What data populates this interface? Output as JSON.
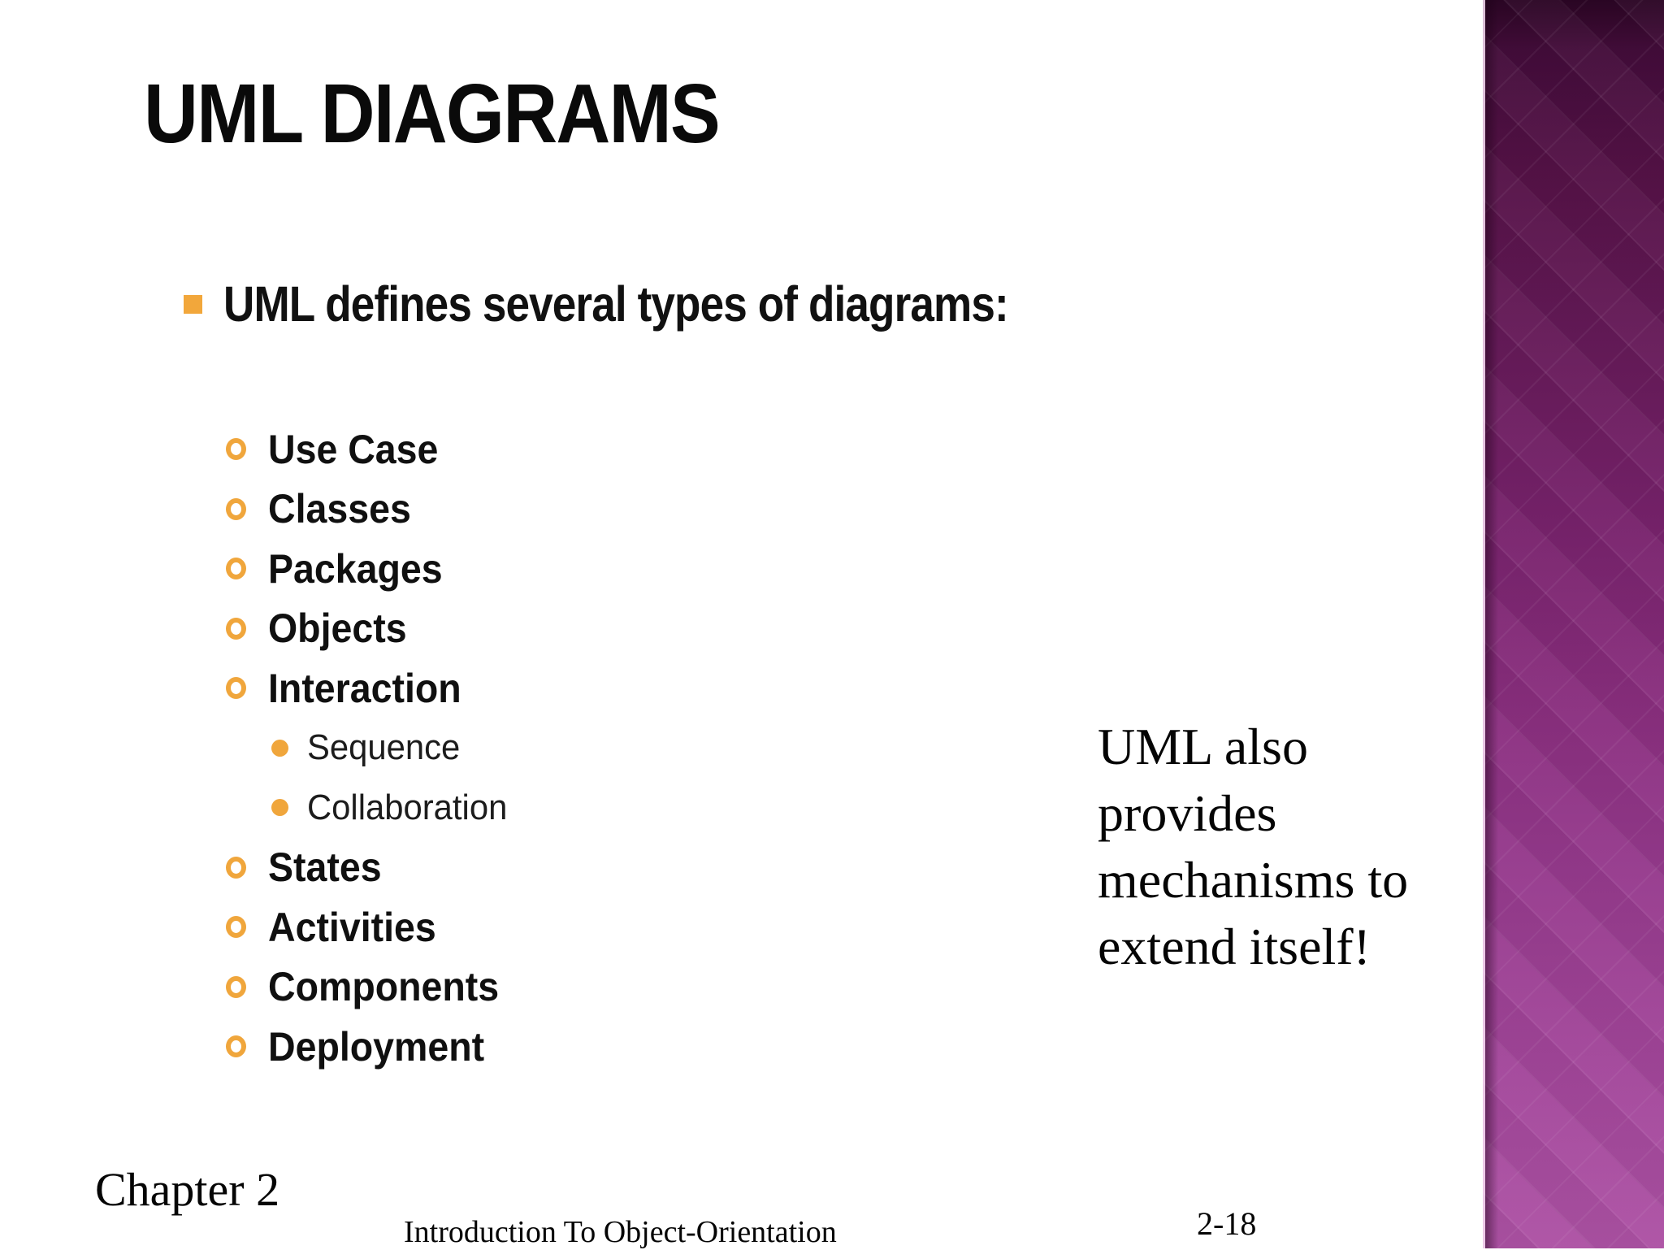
{
  "slide": {
    "title": "UML DIAGRAMS",
    "main_bullet": "UML defines several types of diagrams:",
    "diagram_items": [
      {
        "label": "Use Case",
        "level": 2
      },
      {
        "label": "Classes",
        "level": 2
      },
      {
        "label": "Packages",
        "level": 2
      },
      {
        "label": "Objects",
        "level": 2
      },
      {
        "label": "Interaction",
        "level": 2
      },
      {
        "label": "Sequence",
        "level": 3
      },
      {
        "label": "Collaboration",
        "level": 3
      },
      {
        "label": "States",
        "level": 2
      },
      {
        "label": "Activities",
        "level": 2
      },
      {
        "label": "Components",
        "level": 2
      },
      {
        "label": "Deployment",
        "level": 2
      }
    ],
    "callout": {
      "lines": [
        "UML also",
        "provides",
        "mechanisms to",
        "extend itself!"
      ]
    },
    "footer": {
      "chapter": "Chapter 2",
      "course": "Introduction To Object-Orientation",
      "page": "2-18"
    },
    "colors": {
      "bullet_orange": "#F0A63C",
      "band_gradient_top": "#2B0524",
      "band_gradient_bottom": "#AD52A4",
      "text_black": "#0A0A0A"
    }
  }
}
